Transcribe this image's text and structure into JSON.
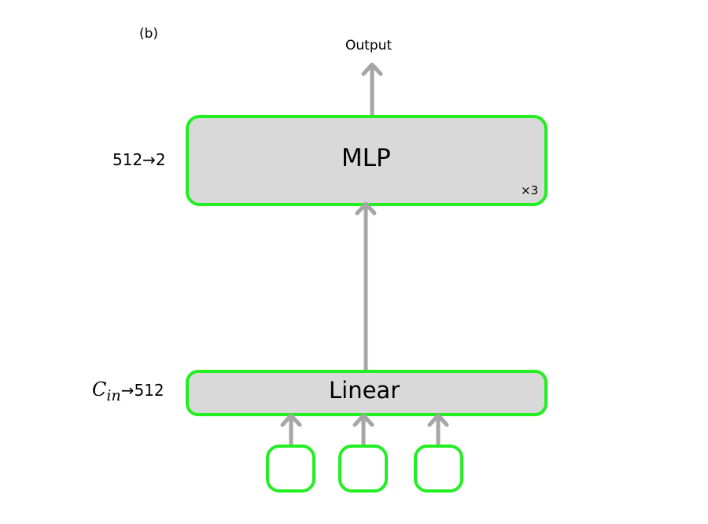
{
  "panel_label": "(b)",
  "output_label": "Output",
  "mlp_block": {
    "title": "MLP",
    "dims": "512→2",
    "repeat": "×3"
  },
  "linear_block": {
    "title": "Linear",
    "dims_symbol": "C",
    "dims_subscript": "in",
    "dims_suffix": "→512"
  },
  "input_nodes": [
    "",
    "",
    ""
  ],
  "colors": {
    "block_fill": "#d9d9d9",
    "block_stroke": "#22ee22",
    "arrow": "#a6a6a6"
  }
}
